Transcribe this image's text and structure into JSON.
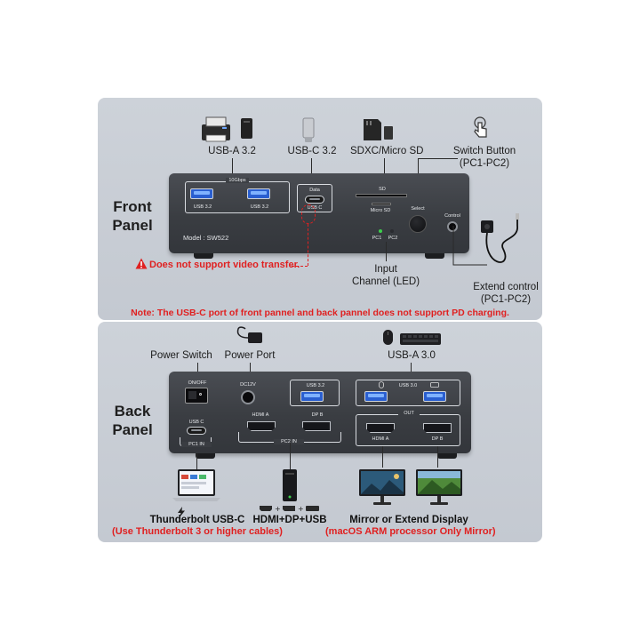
{
  "front": {
    "title_line1": "Front",
    "title_line2": "Panel",
    "label_usba": "USB-A 3.2",
    "label_usbc": "USB-C 3.2",
    "label_sd": "SDXC/Micro SD",
    "label_switch_line1": "Switch Button",
    "label_switch_line2": "(PC1-PC2)",
    "label_input_line1": "Input",
    "label_input_line2": "Channel (LED)",
    "label_extend_line1": "Extend control",
    "label_extend_line2": "(PC1-PC2)",
    "warning": "Does not support video transfer.",
    "device": {
      "speed": "10Gbps",
      "port1": "USB 3.2",
      "port2": "USB 3.2",
      "data": "Data",
      "usbc": "USB C",
      "sd": "SD",
      "microsd": "Micro SD",
      "select": "Select",
      "control": "Control",
      "pc1": "PC1",
      "pc2": "PC2",
      "model": "Model : SW522"
    }
  },
  "note": "Note: The USB-C port of front pannel and back pannel does not support PD charging.",
  "back": {
    "title_line1": "Back",
    "title_line2": "Panel",
    "label_power_switch": "Power Switch",
    "label_power_port": "Power Port",
    "label_usba30": "USB-A 3.0",
    "device": {
      "onoff": "ON/OFF",
      "dc": "DC12V",
      "usb32": "USB 3.2",
      "usb30": "USB 3.0",
      "hdmia": "HDMI A",
      "dpb": "DP B",
      "pc2in": "PC2 IN",
      "usbc": "USB C",
      "pc1in": "PC1 IN",
      "out": "OUT",
      "hdmia_out": "HDMI A",
      "dpb_out": "DP B"
    },
    "label_thunderbolt": "Thunderbolt USB-C",
    "label_thunderbolt_note": "(Use Thunderbolt 3 or higher cables)",
    "label_hdmi_dp_usb": "HDMI+DP+USB",
    "label_mirror": "Mirror or Extend Display",
    "label_mirror_note": "(macOS ARM processor Only Mirror)"
  },
  "colors": {
    "red": "#e02020",
    "panel_bg": "#c8cdd4",
    "device": "#3d4045",
    "usb_blue": "#2a5fd0"
  }
}
